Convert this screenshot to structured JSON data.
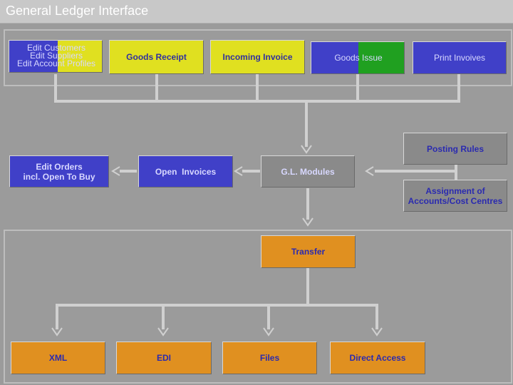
{
  "title": "General Ledger Interface",
  "top_row": {
    "edit_lines": [
      "Edit Customers",
      "Edit Suppliers",
      "Edit Account Profiles"
    ],
    "goods_receipt": "Goods Receipt",
    "incoming_invoice": "Incoming Invoice",
    "goods_issue": "Goods Issue",
    "print_invoices": "Print Invoives"
  },
  "middle_row": {
    "edit_orders_line1": "Edit Orders",
    "edit_orders_line2": "incl. Open To Buy",
    "open_invoices": "Open  Invoices",
    "gl_modules": "G.L. Modules",
    "posting_rules": "Posting Rules",
    "assignment_line1": "Assignment of",
    "assignment_line2": "Accounts/Cost Centres"
  },
  "bottom_row": {
    "transfer": "Transfer",
    "xml": "XML",
    "edi": "EDI",
    "files": "Files",
    "direct_access": "Direct Access"
  },
  "colors": {
    "background": "#9b9b9b",
    "blue": "#4040c8",
    "yellow": "#e0e020",
    "green": "#20a020",
    "grey": "#8a8a8a",
    "orange": "#e09020"
  }
}
